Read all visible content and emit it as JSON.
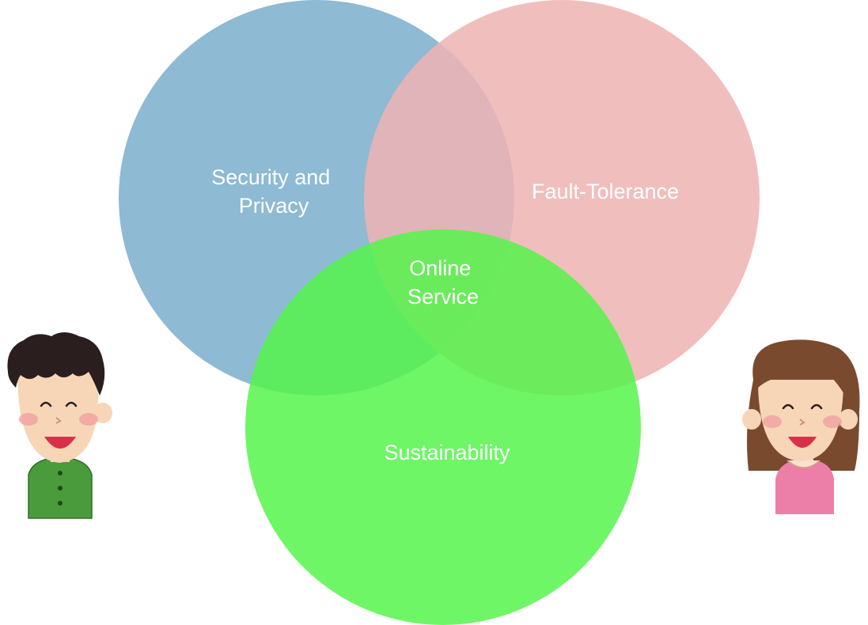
{
  "diagram": {
    "type": "venn",
    "sets": [
      {
        "id": "security",
        "label_lines": [
          "Security and",
          "Privacy"
        ],
        "color": "#7aaecb"
      },
      {
        "id": "fault",
        "label_lines": [
          "Fault-Tolerance"
        ],
        "color": "#eeb3b3"
      },
      {
        "id": "sustain",
        "label_lines": [
          "Sustainability"
        ],
        "color": "#55f54b"
      }
    ],
    "center": {
      "label_lines": [
        "Online",
        "Service"
      ]
    }
  },
  "characters": [
    {
      "id": "boy",
      "icon": "smiling-boy-icon",
      "shirt_color": "#4a9b3c"
    },
    {
      "id": "girl",
      "icon": "smiling-girl-icon",
      "shirt_color": "#ec7fa8"
    }
  ]
}
